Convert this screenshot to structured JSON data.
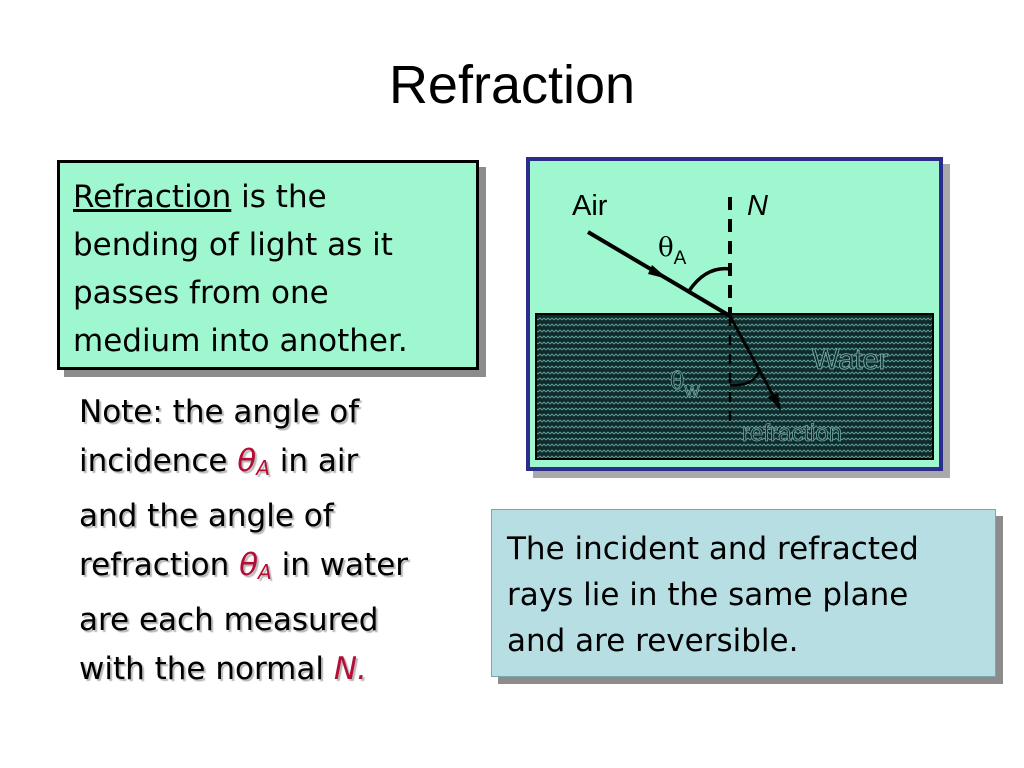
{
  "slide": {
    "title": "Refraction"
  },
  "definition": {
    "term": "Refraction",
    "rest_line1": " is the",
    "line2": "bending of light as it",
    "line3": "passes from one",
    "line4": "medium into another."
  },
  "note": {
    "line1": "Note: the angle of",
    "line2_a": "incidence ",
    "line2_sym": "θ",
    "line2_sub": "A",
    "line2_b": " in air",
    "line3": "and the angle of",
    "line4_a": "refraction ",
    "line4_sym": "θ",
    "line4_sub": "A",
    "line4_b": " in water",
    "line5": "are each measured",
    "line6_a": "with the normal ",
    "line6_sym": "N."
  },
  "diagram": {
    "air_label": "Air",
    "normal_label": "N",
    "theta_a_symbol": "θ",
    "theta_a_sub": "A",
    "water_label": "Water",
    "theta_w_symbol": "θ",
    "theta_w_sub": "W",
    "refraction_label": "refraction",
    "colors": {
      "air": "#9ff7cf",
      "water": "#0f2a2a",
      "frame": "#2c2c8c"
    }
  },
  "summary": {
    "line1": "The incident and refracted",
    "line2": "rays lie in the same plane",
    "line3": "and are reversible."
  }
}
